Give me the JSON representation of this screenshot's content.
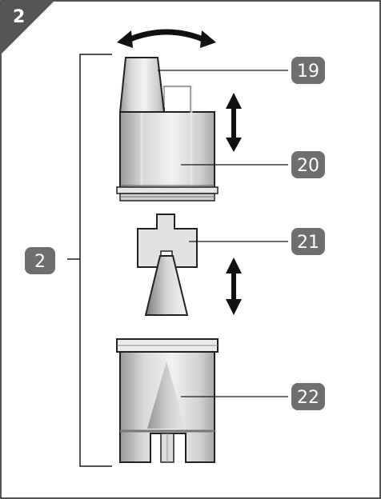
{
  "figure": {
    "number": "2"
  },
  "group_label": "2",
  "callouts": [
    {
      "id": "19",
      "label": "19"
    },
    {
      "id": "20",
      "label": "20"
    },
    {
      "id": "21",
      "label": "21"
    },
    {
      "id": "22",
      "label": "22"
    }
  ],
  "colors": {
    "badge": "#6e6e6e",
    "frame": "#1a1a1a",
    "corner": "#555555"
  }
}
